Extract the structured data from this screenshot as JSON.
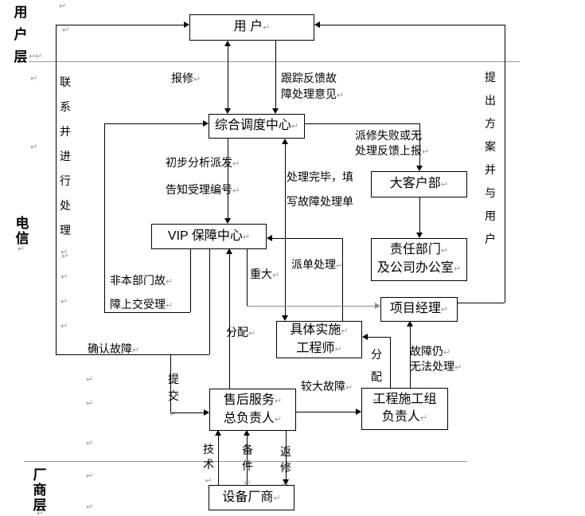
{
  "pilcrow": "↵",
  "colors": {
    "line": "#000000",
    "divider": "#9a9a9a",
    "gray_connector": "#8a8a8a",
    "pilcrow": "#9b9b9b"
  },
  "layers": {
    "user": "用\n户\n层",
    "telecom": "电\n信",
    "vendor": "厂\n商\n层"
  },
  "boxes": {
    "user": "用 户",
    "dispatch": "综合调度中心",
    "vip": "VIP 保障中心",
    "major_customer": "大客户部",
    "responsibility": [
      "责任部门",
      "及公司办公室"
    ],
    "project_manager": "项目经理",
    "engineer": [
      "具体实施",
      "工程师"
    ],
    "aftersales": [
      "售后服务",
      "总负责人"
    ],
    "construction": [
      "工程施工组",
      "负责人"
    ],
    "vendor": "设备厂商"
  },
  "labels": {
    "repair": "报修",
    "track1": "跟踪反馈故",
    "track2": "障处理意见",
    "dispatch_note1": "初步分析派发",
    "dispatch_note2": "告知受理编号",
    "fail1": "派修失败或无",
    "fail2": "处理反馈上报",
    "done1": "处理完毕，填",
    "done2": "写故障处理单",
    "order": "派单处理",
    "nondept1": "非本部门故",
    "nondept2": "障上交受理",
    "major": "重大",
    "confirm": "确认故障",
    "submit": "提\n交",
    "assign_left": "分配",
    "assign_right": "分\n配",
    "still1": "故障仍",
    "still2": "无法处理",
    "larger": "较大故障",
    "tech": "技\n术",
    "spare": "备\n件",
    "return": "返\n修",
    "propose": "提\n出\n方\n案\n并\n与\n用\n户",
    "contact": "联\n系\n并\n进\n行\n处\n理"
  }
}
